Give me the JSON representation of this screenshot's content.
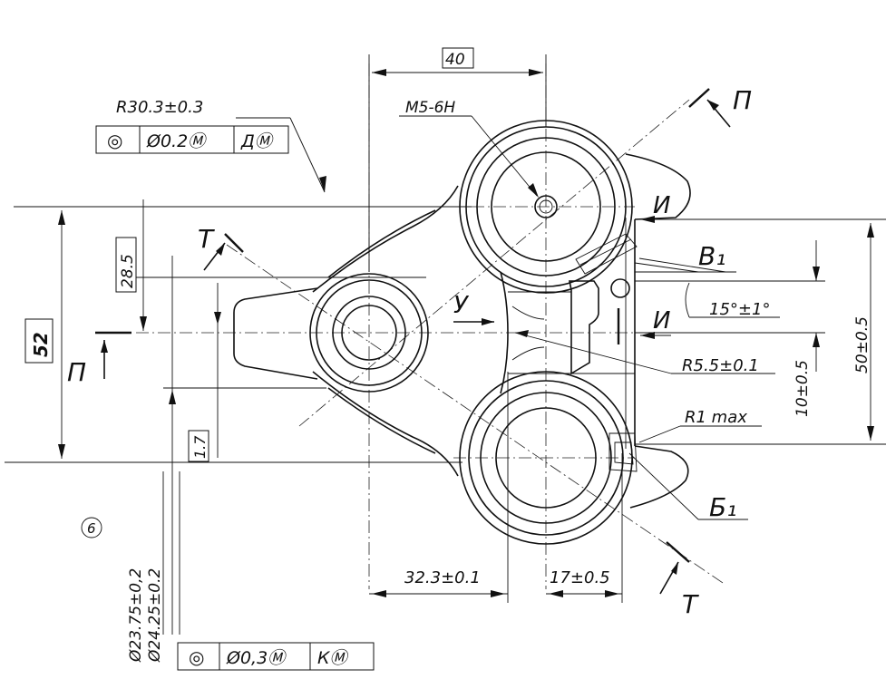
{
  "frame_top": {
    "symbol": "◎",
    "tolerance": "Ø0.2Ⓜ",
    "datum": "ДⓂ"
  },
  "frame_bottom": {
    "symbol": "◎",
    "tolerance": "Ø0,3Ⓜ",
    "datum": "КⓂ"
  },
  "dims": {
    "d40": "40",
    "r30": "R30.3±0.3",
    "m5": "M5-6H",
    "d285": "28.5",
    "d52": "52",
    "d17": "1.7",
    "d323": "32.3±0.1",
    "d175": "17±0.5",
    "a15": "15°±1°",
    "r55": "R5.5±0.1",
    "r1": "R1 max",
    "d105": "10±0.5",
    "d505": "50±0.5",
    "dia1": "Ø23.75±0,2",
    "dia2": "Ø24.25±0.2",
    "circle6": "6"
  },
  "labels": {
    "p_top": "П",
    "p_left": "П",
    "t_top": "Т",
    "t_bot": "Т",
    "u": "У",
    "i_top": "И",
    "i_mid": "И",
    "v1": "В₁",
    "b1": "Б₁"
  }
}
